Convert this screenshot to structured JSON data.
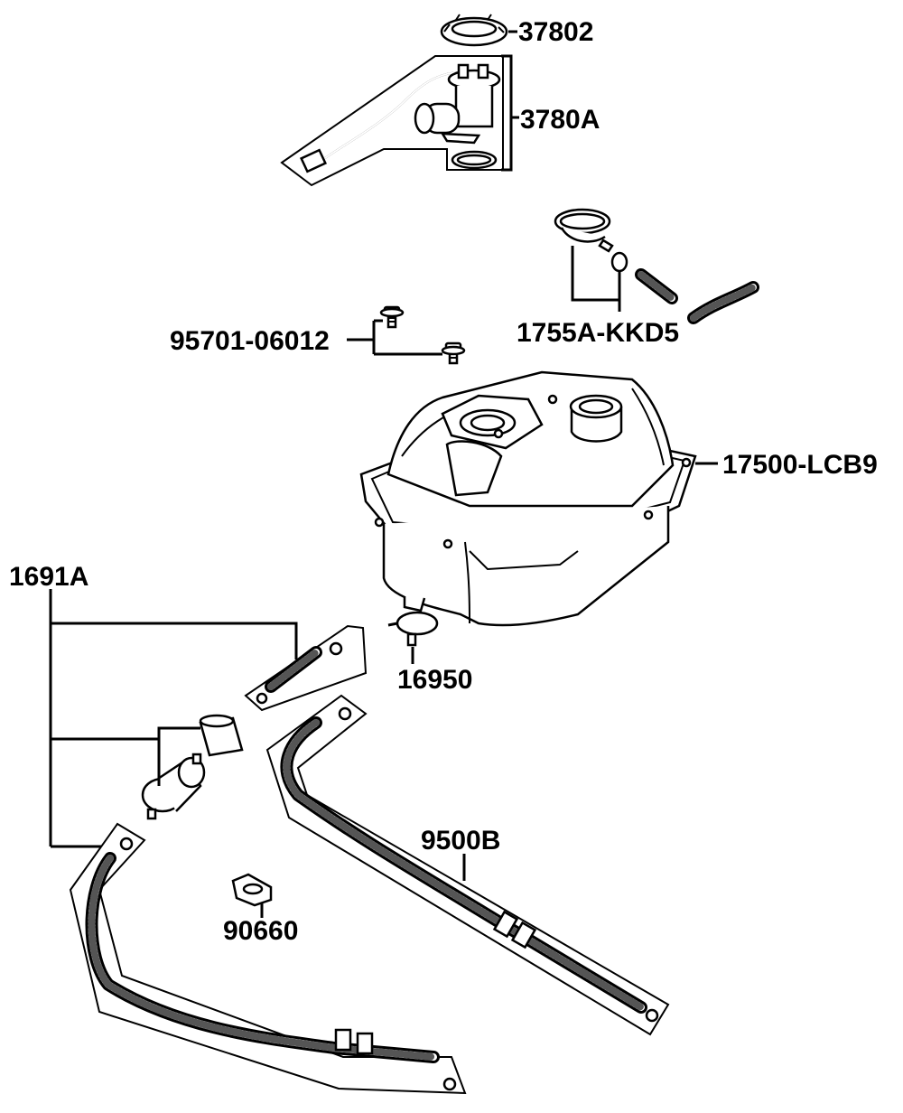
{
  "diagram": {
    "labels": {
      "l37802": "37802",
      "l3780a": "3780A",
      "l1755a": "1755A-KKD5",
      "l95701": "95701-06012",
      "l17500": "17500-LCB9",
      "l1691a": "1691A",
      "l16950": "16950",
      "l9500b": "9500B",
      "l90660": "90660"
    }
  }
}
